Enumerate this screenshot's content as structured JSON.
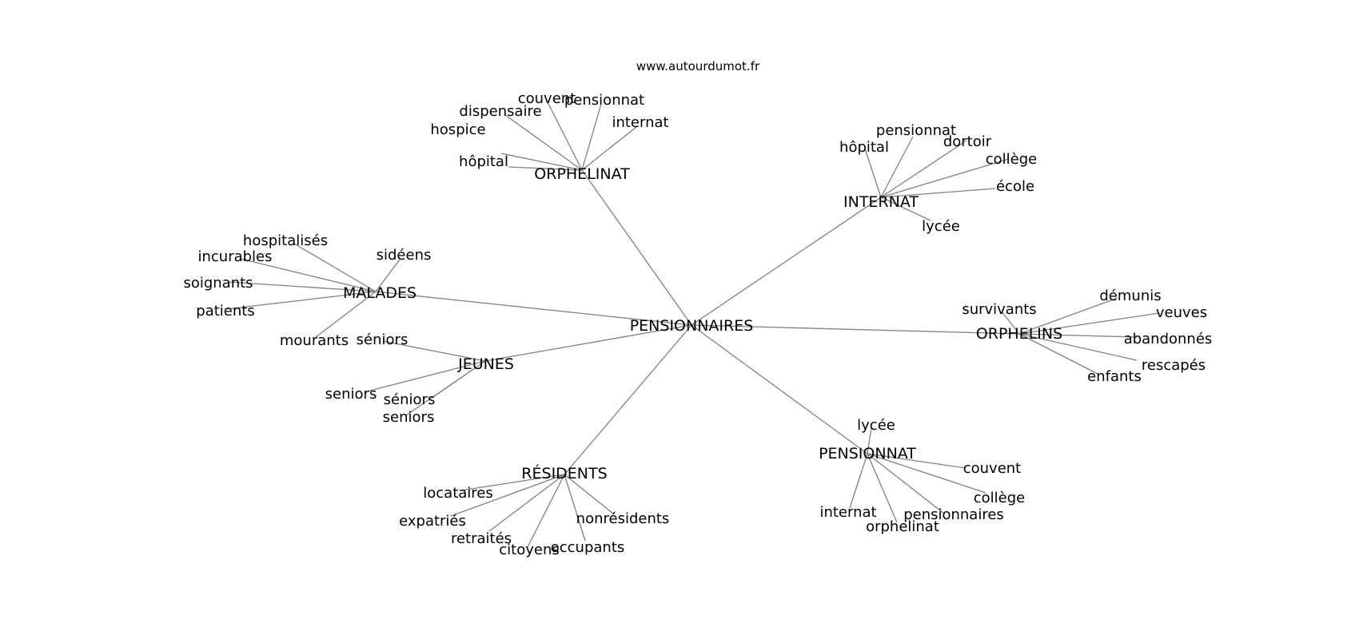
{
  "watermark": "www.autourdumot.fr",
  "graph": {
    "center": "PENSIONNAIRES",
    "clusters": [
      {
        "label": "ORPHELINAT",
        "words": [
          "hôpital",
          "hospice",
          "dispensaire",
          "couvent",
          "pensionnat",
          "internat"
        ]
      },
      {
        "label": "INTERNAT",
        "words": [
          "hôpital",
          "pensionnat",
          "dortoir",
          "collège",
          "école",
          "lycée"
        ]
      },
      {
        "label": "MALADES",
        "words": [
          "hospitalisés",
          "incurables",
          "soignants",
          "patients",
          "mourants",
          "sidéens"
        ]
      },
      {
        "label": "ORPHELINS",
        "words": [
          "survivants",
          "démunis",
          "veuves",
          "abandonnés",
          "rescapés",
          "enfants"
        ]
      },
      {
        "label": "JEUNES",
        "words": [
          "séniors",
          "seniors",
          "séniors",
          "seniors"
        ]
      },
      {
        "label": "RÉSIDENTS",
        "words": [
          "locataires",
          "expatriés",
          "retraités",
          "citoyens",
          "occupants",
          "nonrésidents"
        ]
      },
      {
        "label": "PENSIONNAT",
        "words": [
          "lycée",
          "couvent",
          "collège",
          "pensionnaires",
          "orphelinat",
          "internat"
        ]
      }
    ]
  }
}
